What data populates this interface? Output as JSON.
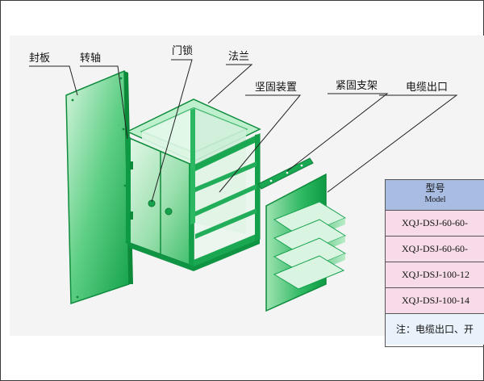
{
  "labels": {
    "cover_plate": "封板",
    "pivot": "转轴",
    "door_lock": "门锁",
    "flange": "法兰",
    "fastening_device": "坚固装置",
    "fastening_bracket": "紧固支架",
    "cable_outlet": "电缆出口"
  },
  "table": {
    "header_cn": "型号",
    "header_en": "Model",
    "rows": [
      "XQJ-DSJ-60-60-",
      "XQJ-DSJ-60-60-",
      "XQJ-DSJ-100-12",
      "XQJ-DSJ-100-14"
    ],
    "note": "注：电缆出口、开"
  },
  "colors": {
    "green_dark": "#10a64a",
    "green_light": "#7fd89b",
    "green_pale": "#c8f0d3",
    "header_blue": "#a9bde3",
    "row_pink": "#f7dbe8",
    "note_blue": "#e9f2fb"
  }
}
